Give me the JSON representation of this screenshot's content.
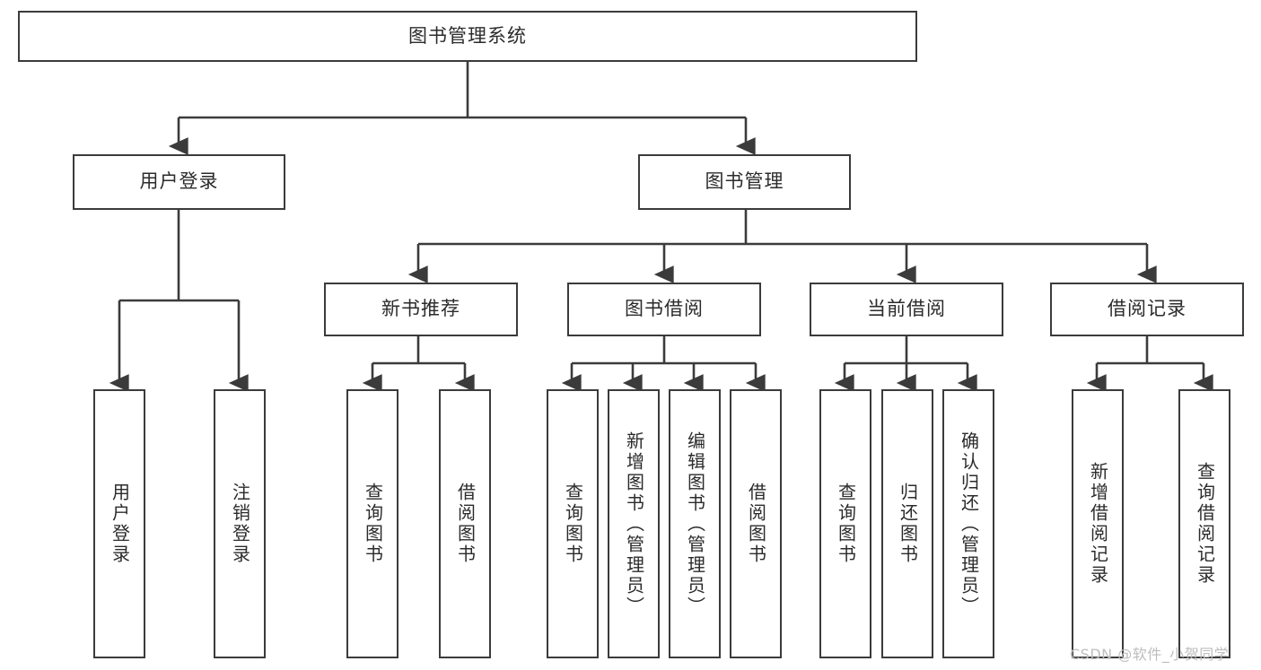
{
  "diagram": {
    "type": "tree-hierarchy",
    "title": "图书管理系统",
    "watermark": "CSDN @软件_小贺同学",
    "colors": {
      "stroke": "#3b3b3b",
      "text": "#2b2b2b",
      "background": "#ffffff",
      "watermark": "#bdbdbd"
    },
    "nodes": {
      "root": {
        "label": "图书管理系统"
      },
      "level2": [
        {
          "label": "用户登录"
        },
        {
          "label": "图书管理"
        }
      ],
      "level3": [
        {
          "label": "新书推荐"
        },
        {
          "label": "图书借阅"
        },
        {
          "label": "当前借阅"
        },
        {
          "label": "借阅记录"
        }
      ],
      "leaves_user_login": [
        {
          "label": "用户登录"
        },
        {
          "label": "注销登录"
        }
      ],
      "leaves_new_book": [
        {
          "label": "查询图书"
        },
        {
          "label": "借阅图书"
        }
      ],
      "leaves_borrow": [
        {
          "label": "查询图书"
        },
        {
          "label": "新增图书（管理员）"
        },
        {
          "label": "编辑图书（管理员）"
        },
        {
          "label": "借阅图书"
        }
      ],
      "leaves_current": [
        {
          "label": "查询图书"
        },
        {
          "label": "归还图书"
        },
        {
          "label": "确认归还（管理员）"
        }
      ],
      "leaves_records": [
        {
          "label": "新增借阅记录"
        },
        {
          "label": "查询借阅记录"
        }
      ]
    }
  }
}
